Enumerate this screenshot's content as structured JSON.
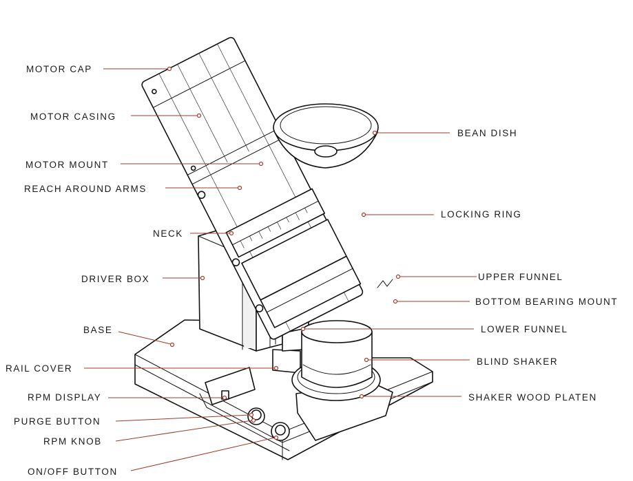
{
  "diagram": {
    "colors": {
      "leader": "#a03a2a",
      "outline": "#111111",
      "label": "#1a1a1a"
    },
    "labels_left": [
      {
        "id": "motor-cap",
        "text": "MOTOR CAP"
      },
      {
        "id": "motor-casing",
        "text": "MOTOR CASING"
      },
      {
        "id": "motor-mount",
        "text": "MOTOR MOUNT"
      },
      {
        "id": "reach-around-arms",
        "text": "REACH AROUND ARMS"
      },
      {
        "id": "neck",
        "text": "NECK"
      },
      {
        "id": "driver-box",
        "text": "DRIVER BOX"
      },
      {
        "id": "base",
        "text": "BASE"
      },
      {
        "id": "rail-cover",
        "text": "RAIL COVER"
      },
      {
        "id": "rpm-display",
        "text": "RPM DISPLAY"
      },
      {
        "id": "purge-button",
        "text": "PURGE BUTTON"
      },
      {
        "id": "rpm-knob",
        "text": "RPM KNOB"
      },
      {
        "id": "on-off-button",
        "text": "ON/OFF BUTTON"
      }
    ],
    "labels_right": [
      {
        "id": "bean-dish",
        "text": "BEAN DISH"
      },
      {
        "id": "locking-ring",
        "text": "LOCKING RING"
      },
      {
        "id": "upper-funnel",
        "text": "UPPER FUNNEL"
      },
      {
        "id": "bottom-bearing-mount",
        "text": "BOTTOM BEARING MOUNT"
      },
      {
        "id": "lower-funnel",
        "text": "LOWER FUNNEL"
      },
      {
        "id": "blind-shaker",
        "text": "BLIND SHAKER"
      },
      {
        "id": "shaker-wood-platen",
        "text": "SHAKER WOOD PLATEN"
      }
    ]
  }
}
